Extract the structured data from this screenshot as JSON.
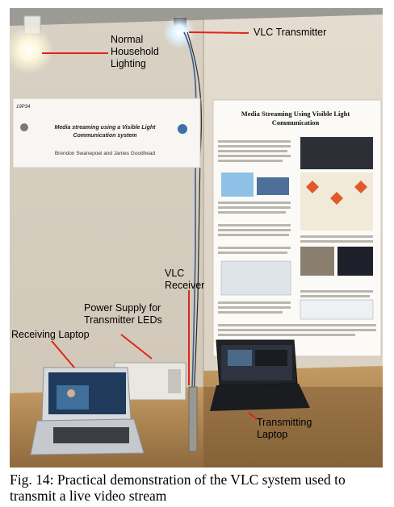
{
  "annotations": {
    "normal_lighting": [
      "Normal",
      "Household",
      "Lighting"
    ],
    "vlc_transmitter": "VLC Transmitter",
    "vlc_receiver": [
      "VLC",
      "Receiver"
    ],
    "power_supply": [
      "Power Supply for",
      "Transmitter LEDs"
    ],
    "receiving_laptop": "Receiving Laptop",
    "transmitting_laptop": [
      "Transmitting",
      "Laptop"
    ]
  },
  "banner": {
    "code": "19P34",
    "title_line1": "Media streaming using a Visible Light",
    "title_line2": "Communication system",
    "authors": "Brendon Swanepoel and James Goodhead"
  },
  "poster": {
    "title_line1": "Media Streaming Using Visible Light",
    "title_line2": "Communication"
  },
  "caption": {
    "line1": "Fig. 14: Practical demonstration of the VLC system used to",
    "line2": "transmit a live video stream"
  },
  "colors": {
    "arrow": "#e0241b",
    "wall": "#e8e0d3",
    "table": "#b58a55"
  }
}
